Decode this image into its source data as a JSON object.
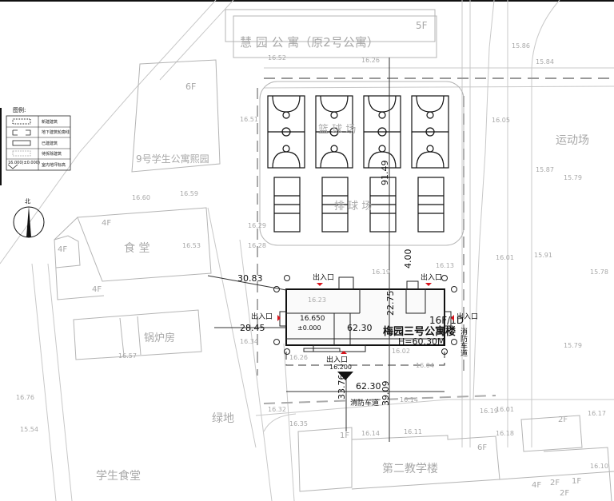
{
  "legend": {
    "title": "图例:",
    "items": [
      "新建建筑",
      "地下建筑轮廓线",
      "已建建筑",
      "待拆除建筑",
      "室内地坪标高"
    ],
    "elevation_sample": "16.000(±0.000)"
  },
  "north_label": "北",
  "buildings": {
    "huiyuan": "慧 园 公 寓（原2号公寓）",
    "huiyuan_floors": "5F",
    "dorm9": "9号学生公寓熙园",
    "dorm9_floors": "6F",
    "canteen": "食 堂",
    "canteen_floors": [
      "4F",
      "4F",
      "4F"
    ],
    "boiler": "锅炉房",
    "green": "绿地",
    "student_canteen": "学生食堂",
    "teaching2": "第二教学楼",
    "teaching2_floors": [
      "1F",
      "6F",
      "2F",
      "4F",
      "2F",
      "1F",
      "2F"
    ],
    "sports_field": "运动场",
    "basketball": "篮 球 场",
    "volleyball": "排 球 场"
  },
  "main_building": {
    "name": "梅园三号公寓楼",
    "floors": "16F/1D",
    "height": "H=60.30M",
    "floor_elev": "16.650",
    "zero_elev": "±0.000",
    "entry_elev": "16.200",
    "entrance_label": "出入口",
    "fire_lane": "消防车道"
  },
  "dimensions": {
    "d_30_83": "30.83",
    "d_28_45": "28.45",
    "d_62_30_inner": "62.30",
    "d_22_75": "22.75",
    "d_4_00": "4.00",
    "d_91_49": "91.49",
    "d_62_30": "62.30",
    "d_33_76": "33.76",
    "d_39_09": "39.09"
  },
  "elevations": [
    "16.52",
    "16.26",
    "15.86",
    "15.84",
    "16.05",
    "15.87",
    "15.79",
    "16.01",
    "15.91",
    "15.78",
    "16.60",
    "16.59",
    "16.53",
    "16.51",
    "16.29",
    "16.28",
    "16.19",
    "16.13",
    "16.23",
    "16.34",
    "16.26",
    "16.02",
    "16.04",
    "16.14",
    "16.32",
    "16.35",
    "16.14",
    "16.11",
    "16.19",
    "16.18",
    "16.01",
    "16.17",
    "16.10",
    "16.57",
    "16.76",
    "15.54",
    "15.79"
  ]
}
